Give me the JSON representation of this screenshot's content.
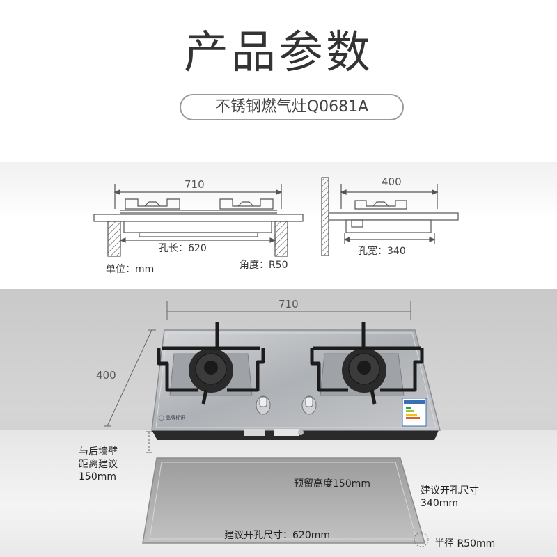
{
  "header": {
    "title": "产品参数",
    "subtitle": "不锈钢燃气灶Q0681A"
  },
  "diagram_top": {
    "front_width": "710",
    "hole_length": "孔长：620",
    "unit": "单位：mm",
    "corner": "角度：R50",
    "side_depth": "400",
    "hole_width": "孔宽：340"
  },
  "photo": {
    "width_label": "710",
    "depth_label": "400",
    "wall_distance": [
      "与后墙壁",
      "距离建议",
      "150mm"
    ],
    "reserved_height": "预留高度150mm",
    "cutout_width": [
      "建议开孔尺寸",
      "340mm"
    ],
    "cutout_length": "建议开孔尺寸：620mm",
    "radius": "半径 R50mm"
  },
  "colors": {
    "steel": "#b9bcc0",
    "grate": "#1c1c1c",
    "line": "#555555"
  }
}
